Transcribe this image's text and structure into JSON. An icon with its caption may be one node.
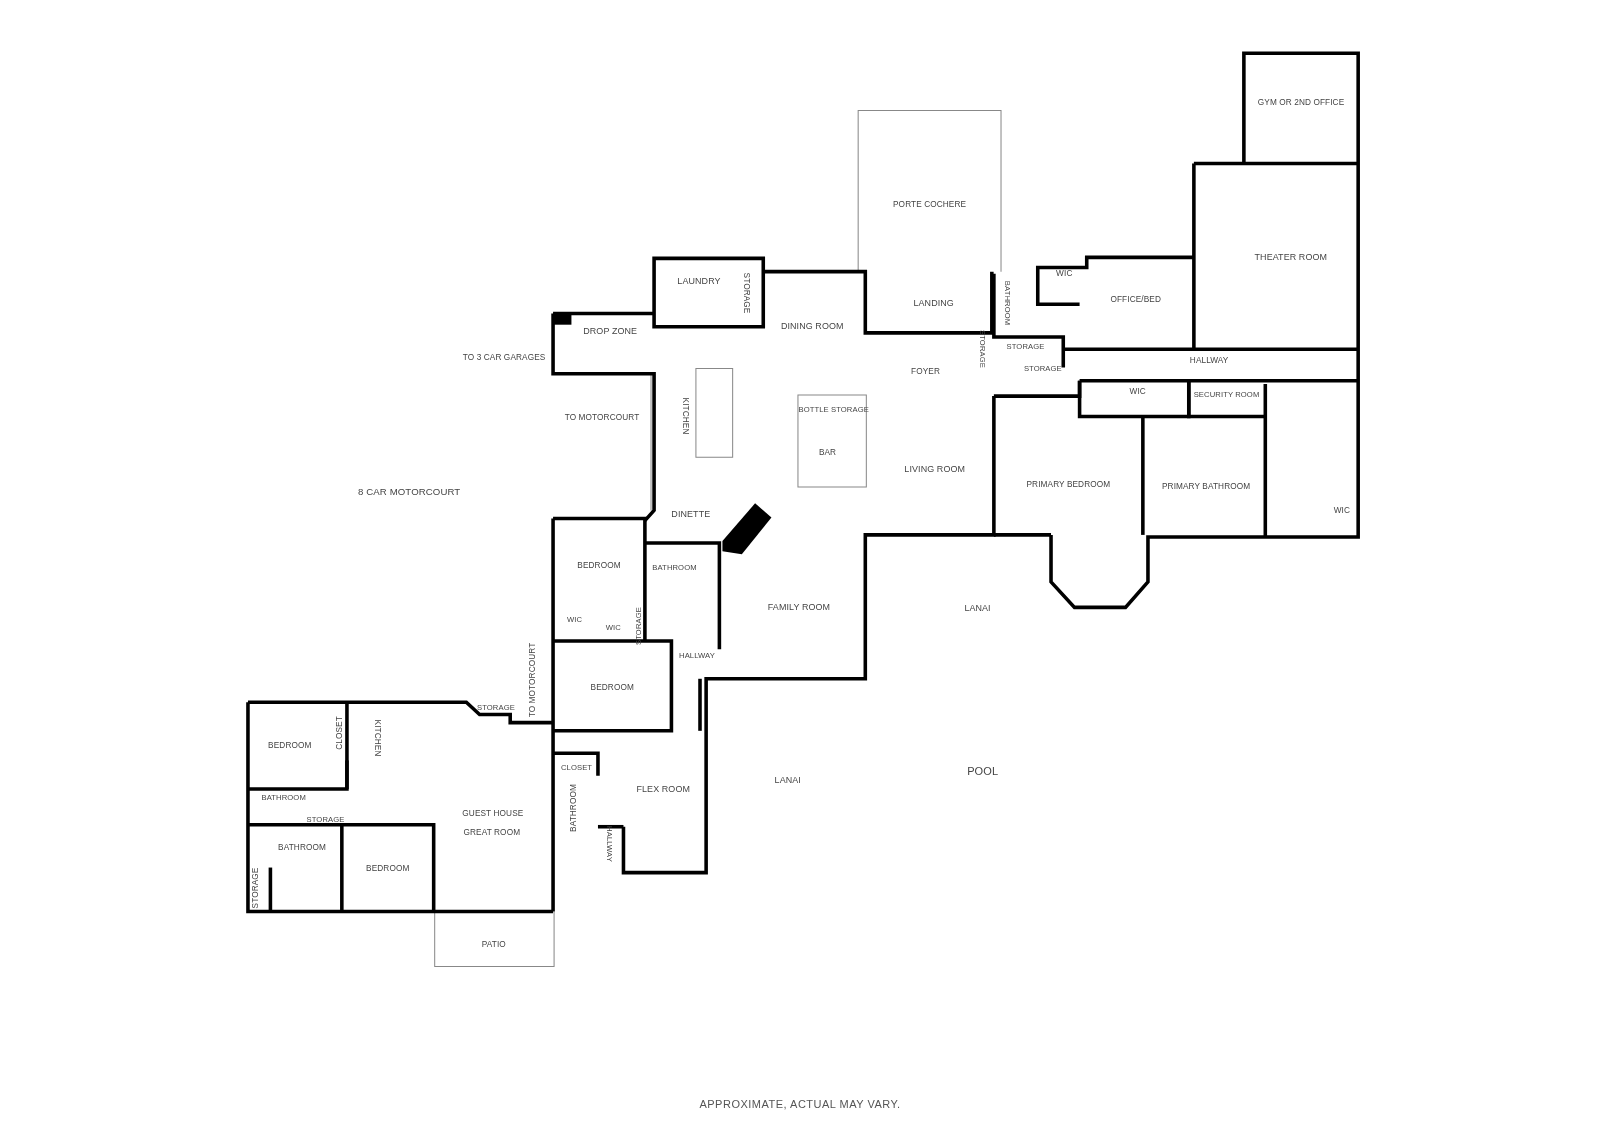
{
  "diagram": {
    "caption": "APPROXIMATE, ACTUAL MAY VARY.",
    "labels": [
      "GYM OR 2ND OFFICE",
      "PORTE COCHERE",
      "THEATER ROOM",
      "LAUNDRY",
      "STORAGE",
      "BATHROOM",
      "WIC",
      "LANDING",
      "OFFICE/BED",
      "DROP ZONE",
      "DINING ROOM",
      "TO 3 CAR GARAGES",
      "STORAGE",
      "STORAGE",
      "STORAGE",
      "HALLWAY",
      "FOYER",
      "WIC",
      "SECURITY ROOM",
      "BOTTLE STORAGE",
      "TO MOTORCOURT",
      "KITCHEN",
      "BAR",
      "LIVING ROOM",
      "PRIMARY BEDROOM",
      "PRIMARY BATHROOM",
      "WIC",
      "8 CAR MOTORCOURT",
      "DINETTE",
      "BEDROOM",
      "BATHROOM",
      "FAMILY ROOM",
      "LANAI",
      "WIC",
      "WIC",
      "STORAGE",
      "HALLWAY",
      "TO MOTORCOURT",
      "BEDROOM",
      "STORAGE",
      "CLOSET",
      "KITCHEN",
      "BEDROOM",
      "CLOSET",
      "LANAI",
      "POOL",
      "FLEX ROOM",
      "BATHROOM",
      "BATHROOM",
      "STORAGE",
      "GUEST HOUSE",
      "GREAT ROOM",
      "HALLWAY",
      "BATHROOM",
      "BEDROOM",
      "STORAGE",
      "PATIO"
    ]
  }
}
